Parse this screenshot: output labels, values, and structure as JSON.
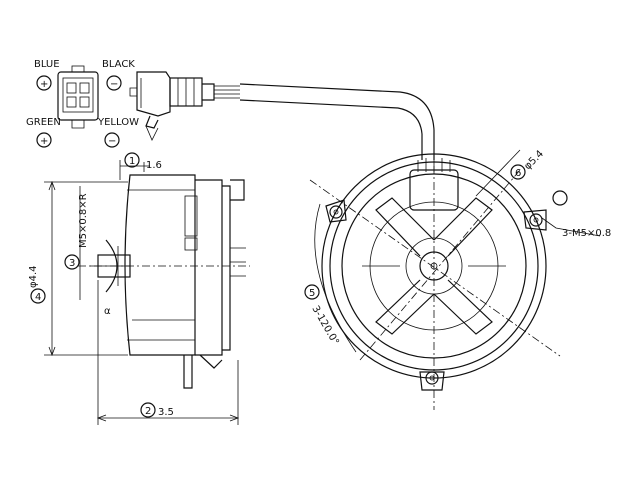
{
  "connector": {
    "blue": "BLUE",
    "black": "BLACK",
    "green": "GREEN",
    "yellow": "YELLOW",
    "plus": "+",
    "minus": "−"
  },
  "callouts": {
    "c1": "1",
    "c2": "2",
    "c3": "3",
    "c4": "4",
    "c5": "5",
    "c6": "6"
  },
  "dimensions": {
    "d1": "1.6",
    "d2": "3.5",
    "d3": "M5×0.8×R",
    "d4": "φ4.4",
    "d5": "3-120.0°",
    "d6": "φ5.4",
    "holes": "3-M5×0.8",
    "small": "α"
  }
}
